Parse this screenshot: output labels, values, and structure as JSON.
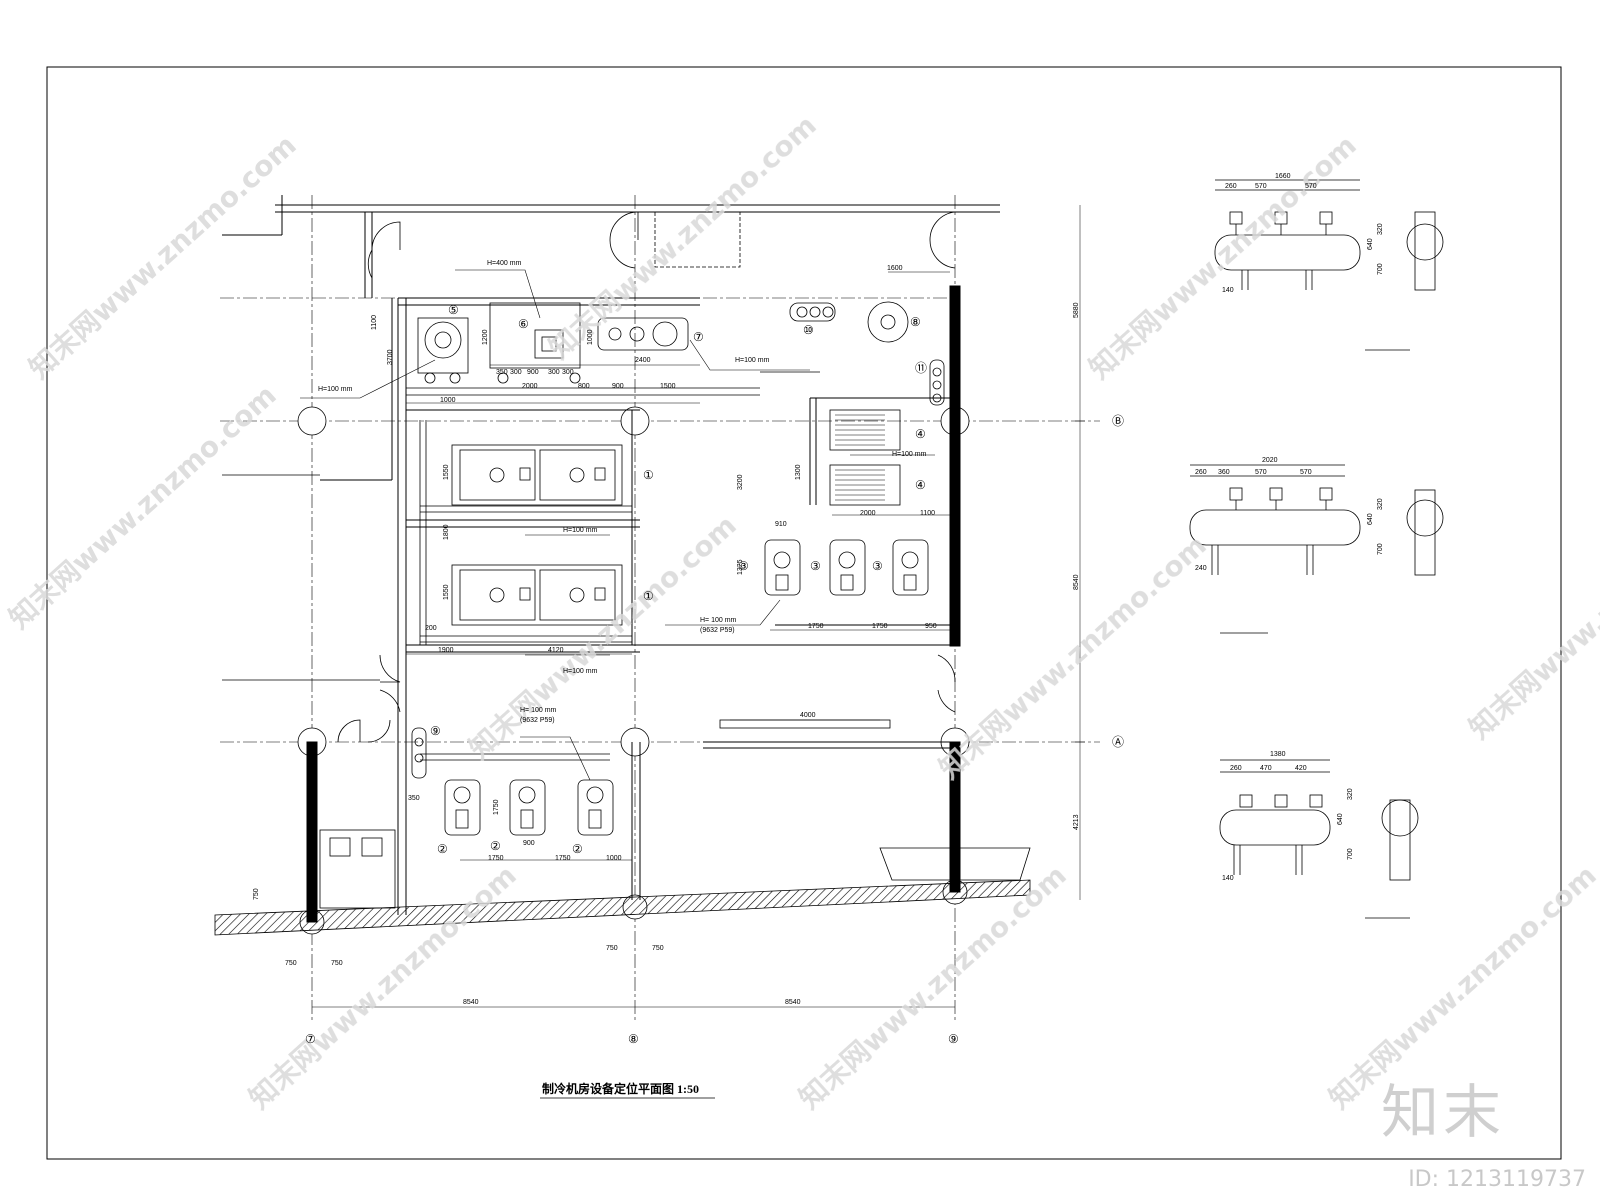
{
  "drawing": {
    "title": "制冷机房设备定位平面图 1:50"
  },
  "grid_axes": {
    "columns": [
      "⑦",
      "⑧",
      "⑨"
    ],
    "rows": [
      "Ⓑ",
      "Ⓐ"
    ]
  },
  "equipment_tags": [
    "⑤",
    "⑥",
    "⑦",
    "⑩",
    "⑧",
    "⑪",
    "①",
    "①",
    "④",
    "④",
    "③",
    "③",
    "③",
    "⑨",
    "②",
    "②",
    "②"
  ],
  "annotations": {
    "h400": "H=400 mm",
    "h100_a": "H=100 mm",
    "h100_b": "H=100 mm",
    "h100_c": "H=100 mm",
    "h100_d": "H=100 mm",
    "h100_e": "H=100 mm",
    "h100_f": "H= 100 mm",
    "h100_g": "H= 100 mm",
    "spec_a": "(9632 P59)",
    "spec_b": "(9632 P59)"
  },
  "dimensions": {
    "bottom_total_1": "8540",
    "bottom_total_2": "8540",
    "right_upper": "5880",
    "right_mid": "8540",
    "right_lower": "4213",
    "col_750_a": "750",
    "col_750_b": "750",
    "col_750_c": "750",
    "col_750_d": "750",
    "top_1600": "1600",
    "top_2400": "2400",
    "row_2000": "2000",
    "row_800": "800",
    "row_900": "900",
    "row_1500": "1500",
    "row_1000": "1000",
    "row_350": "350",
    "row_300a": "300",
    "row_900b": "900",
    "row_300b": "300",
    "row_300c": "300",
    "mid_1900": "1900",
    "mid_4120": "4120",
    "mid_4000": "4000",
    "mid_2000": "2000",
    "mid_1100": "1100",
    "mid_910": "910",
    "mid_1750a": "1750",
    "mid_1750b": "1750",
    "mid_950": "950",
    "low_900": "900",
    "low_1750a": "1750",
    "low_1750b": "1750",
    "low_1000": "1000",
    "v_1100": "1100",
    "v_3700": "3700",
    "v_1200": "1200",
    "v_1000": "1000",
    "v_3200": "3200",
    "v_1300": "1300",
    "v_1550a": "1550",
    "v_1800": "1800",
    "v_1550b": "1550",
    "v_200": "200",
    "v_350": "350",
    "v_1750": "1750",
    "v_1325": "1325",
    "v_750": "750"
  },
  "manifolds": [
    {
      "overall": "1660",
      "spacing": [
        "260",
        "570",
        "570"
      ],
      "height": [
        "320",
        "640",
        "700"
      ],
      "foot": "140"
    },
    {
      "overall": "2020",
      "spacing": [
        "260",
        "360",
        "570",
        "570"
      ],
      "height": [
        "320",
        "640",
        "700"
      ],
      "foot": "240"
    },
    {
      "overall": "1380",
      "spacing": [
        "260",
        "470",
        "420"
      ],
      "height": [
        "320",
        "640",
        "700"
      ],
      "foot": "140"
    }
  ],
  "watermark": {
    "text": "知末网www.znzmo.com",
    "logo": "知末",
    "id": "ID: 1213119737"
  }
}
